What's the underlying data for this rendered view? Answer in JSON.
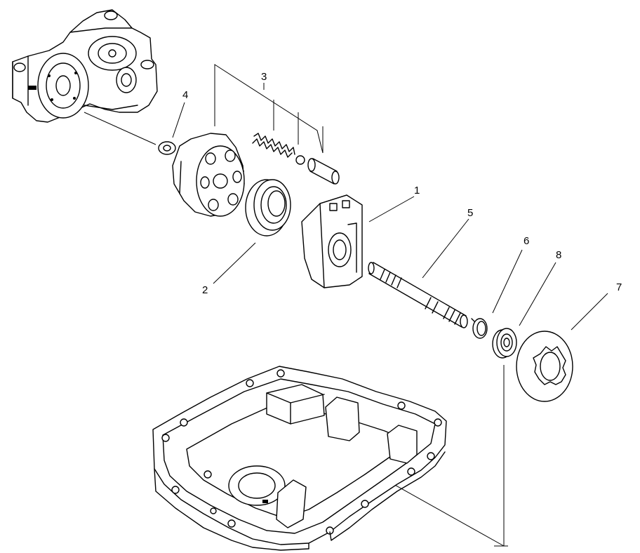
{
  "callouts": {
    "p1": "1",
    "p2": "2",
    "p3": "3",
    "p4": "4",
    "p5": "5",
    "p6": "6",
    "p7": "7",
    "p8": "8"
  }
}
